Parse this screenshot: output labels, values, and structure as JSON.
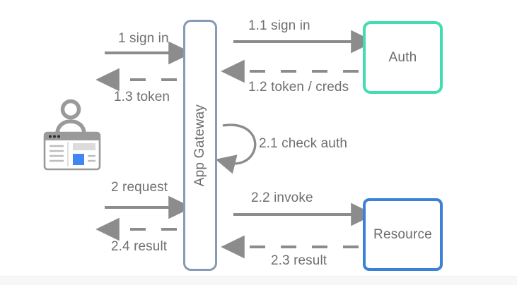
{
  "diagram": {
    "title": "App Gateway authentication and resource access sequence",
    "type": "sequence-flow",
    "background_color": "#ffffff",
    "footer_band_color": "#f7f7f8"
  },
  "actor": {
    "name": "user-actor",
    "icon": "user-with-browser-window-icon",
    "body_color": "#9a9a9a",
    "browser_accent_color": "#4285f4"
  },
  "nodes": [
    {
      "id": "gateway",
      "label": "App Gateway",
      "border_color": "#8799b5",
      "text_color": "#6b6b6b",
      "orientation": "vertical"
    },
    {
      "id": "auth",
      "label": "Auth",
      "border_color": "#42dcb0",
      "text_color": "#6b6b6b",
      "orientation": "horizontal"
    },
    {
      "id": "resource",
      "label": "Resource",
      "border_color": "#3b82d6",
      "text_color": "#6b6b6b",
      "orientation": "horizontal"
    }
  ],
  "edges": [
    {
      "id": "e1",
      "label": "1 sign in",
      "style": "solid",
      "direction": "right",
      "from": "user",
      "to": "gateway"
    },
    {
      "id": "e13",
      "label": "1.3 token",
      "style": "dashed",
      "direction": "left",
      "from": "gateway",
      "to": "user"
    },
    {
      "id": "e11",
      "label": "1.1 sign in",
      "style": "solid",
      "direction": "right",
      "from": "gateway",
      "to": "auth"
    },
    {
      "id": "e12",
      "label": "1.2 token / creds",
      "style": "dashed",
      "direction": "left",
      "from": "auth",
      "to": "gateway"
    },
    {
      "id": "e21",
      "label": "2.1 check auth",
      "style": "solid",
      "direction": "loop",
      "from": "gateway",
      "to": "gateway"
    },
    {
      "id": "e2",
      "label": "2 request",
      "style": "solid",
      "direction": "right",
      "from": "user",
      "to": "gateway"
    },
    {
      "id": "e24",
      "label": "2.4 result",
      "style": "dashed",
      "direction": "left",
      "from": "gateway",
      "to": "user"
    },
    {
      "id": "e22",
      "label": "2.2 invoke",
      "style": "solid",
      "direction": "right",
      "from": "gateway",
      "to": "resource"
    },
    {
      "id": "e23",
      "label": "2.3 result",
      "style": "dashed",
      "direction": "left",
      "from": "resource",
      "to": "gateway"
    }
  ],
  "colors": {
    "arrow": "#8c8c8c",
    "label_text": "#6f6f6f",
    "gateway_border": "#8799b5",
    "auth_border": "#42dcb0",
    "resource_border": "#3b82d6",
    "actor": "#9a9a9a",
    "browser_tile": "#4285f4"
  }
}
